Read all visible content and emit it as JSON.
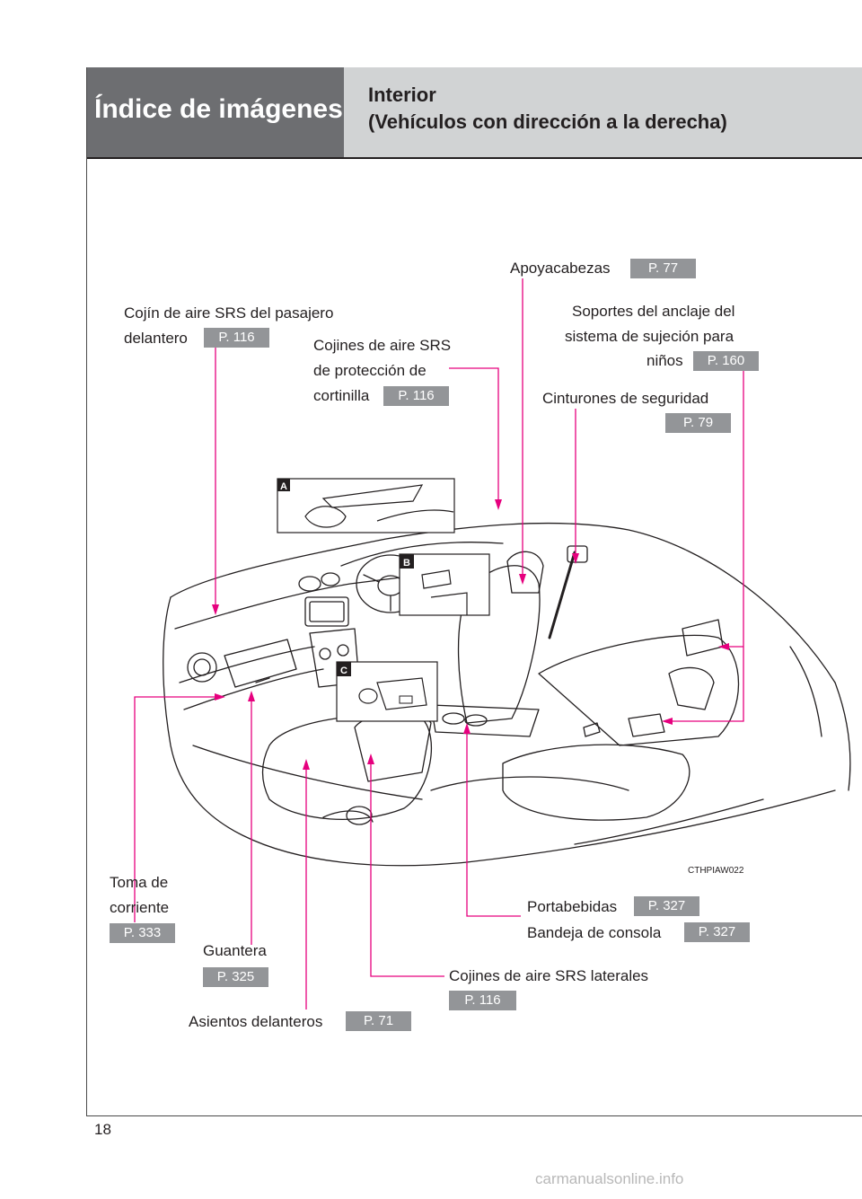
{
  "header": {
    "section": "Índice de imágenes",
    "title_line1": "Interior",
    "title_line2": "(Vehículos con dirección a la derecha)"
  },
  "callouts": {
    "apoyacabezas": {
      "label": "Apoyacabezas",
      "ref": "P. 77"
    },
    "cojin_pasajero": {
      "line1": "Cojín de aire SRS del pasajero",
      "line2": "delantero",
      "ref": "P. 116"
    },
    "soportes": {
      "line1": "Soportes del anclaje del",
      "line2": "sistema de sujeción para",
      "line3": "niños",
      "ref": "P. 160"
    },
    "cortinilla": {
      "line1": "Cojines de aire SRS",
      "line2": "de protección de",
      "line3": "cortinilla",
      "ref": "P. 116"
    },
    "cinturones": {
      "label": "Cinturones de seguridad",
      "ref": "P. 79"
    },
    "toma": {
      "line1": "Toma de",
      "line2": "corriente",
      "ref": "P. 333"
    },
    "portabebidas": {
      "label": "Portabebidas",
      "ref": "P. 327"
    },
    "bandeja": {
      "label": "Bandeja de consola",
      "ref": "P. 327"
    },
    "guantera": {
      "label": "Guantera",
      "ref": "P. 325"
    },
    "laterales": {
      "label": "Cojines de aire SRS laterales",
      "ref": "P. 116"
    },
    "asientos": {
      "label": "Asientos delanteros",
      "ref": "P. 71"
    }
  },
  "inset_labels": [
    "A",
    "B",
    "C"
  ],
  "image_code": "CTHPIAW022",
  "page_number": "18",
  "watermark": "carmanualsonline.info",
  "colors": {
    "leader": "#e6007e",
    "badge": "#939598",
    "header_dark": "#6d6e71",
    "header_light": "#d1d3d4"
  }
}
